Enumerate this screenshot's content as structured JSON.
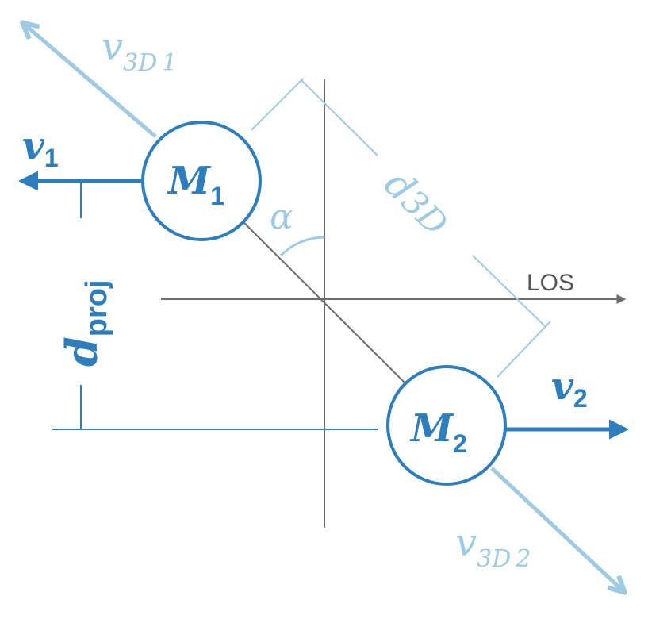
{
  "colors": {
    "dark_blue": "#2e7dbd",
    "light_blue": "#9ecbe3",
    "gray": "#6b6b6b",
    "white": "#ffffff"
  },
  "labels": {
    "v3d1_main": "v",
    "v3d1_sub": "3D",
    "v3d1_subsub": "1",
    "v1_main": "v",
    "v1_sub": "1",
    "m1_main": "M",
    "m1_sub": "1",
    "alpha": "α",
    "d3d_main": "d",
    "d3d_sub": "3D",
    "los": "LOS",
    "dproj_main": "d",
    "dproj_sub": "proj",
    "v2_main": "v",
    "v2_sub": "2",
    "m2_main": "M",
    "m2_sub": "2",
    "v3d2_main": "v",
    "v3d2_sub": "3D",
    "v3d2_subsub": "2"
  }
}
